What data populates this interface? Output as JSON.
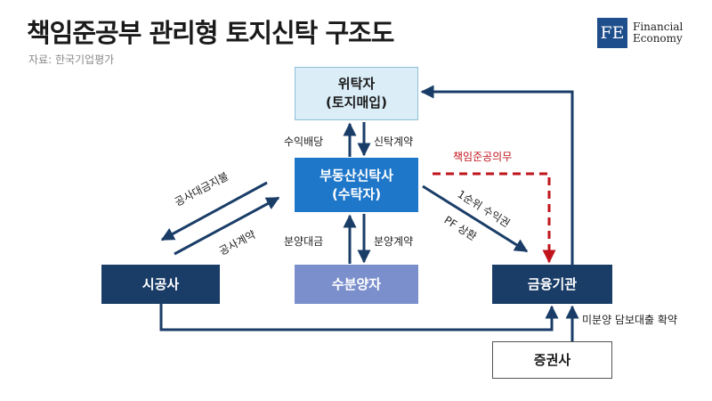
{
  "title": "책임준공부 관리형 토지신탁 구조도",
  "source": "자료: 한국기업평가",
  "logo": {
    "mark": "FE",
    "line1": "Financial",
    "line2": "Economy"
  },
  "nodes": {
    "trustor": {
      "line1": "위탁자",
      "line2": "(토지매입)"
    },
    "trustee": {
      "line1": "부동산신탁사",
      "line2": "(수탁자)"
    },
    "buyer": {
      "label": "수분양자"
    },
    "builder": {
      "label": "시공사"
    },
    "bank": {
      "label": "금융기관"
    },
    "securities": {
      "label": "증권사"
    }
  },
  "edges": {
    "profit_dividend": "수익배당",
    "trust_contract": "신탁계약",
    "sale_payment": "분양대금",
    "sale_contract": "분양계약",
    "construction_payment": "공사대금지불",
    "construction_contract": "공사계약",
    "beneficiary_right": "1순위 수익권",
    "pf_repayment": "PF 상환",
    "completion_obligation": "책임준공의무",
    "loan_commitment": "미분양 담보대출 확약"
  },
  "colors": {
    "arrow": "#1a3d68",
    "obligation": "#c0141c",
    "trustee_fill": "#1f77c9",
    "navy_fill": "#1a3d68",
    "buyer_fill": "#7b8fcc",
    "trustor_fill": "#dbeef8"
  }
}
